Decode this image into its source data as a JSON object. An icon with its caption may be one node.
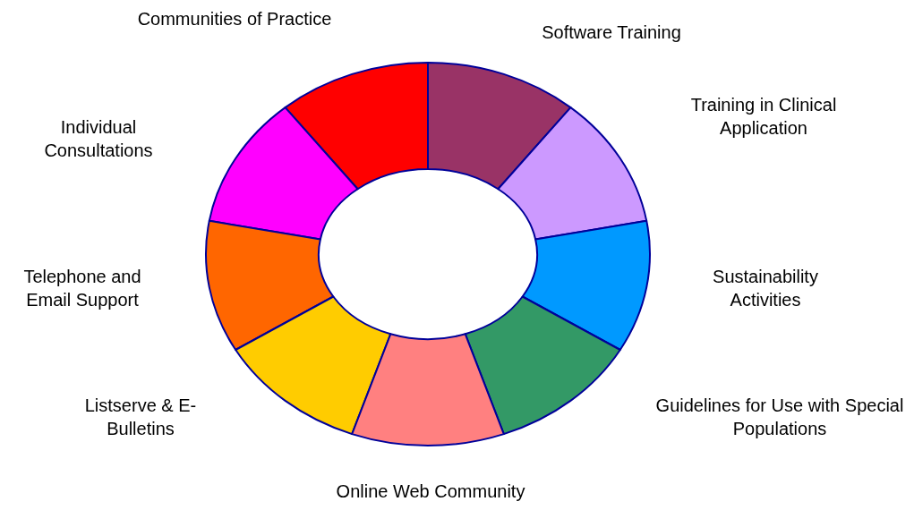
{
  "diagram": {
    "nodes": [
      {
        "text": [
          "Communities of Practice"
        ]
      },
      {
        "text": [
          "Software Training"
        ]
      },
      {
        "text": [
          "Training in Clinical Application"
        ]
      },
      {
        "text": [
          "Individual Consultations"
        ]
      },
      {
        "text": [
          "Telephone and Email Support"
        ]
      },
      {
        "text": [
          "Sustainability Activities"
        ]
      },
      {
        "text": [
          "Listserve & E-Bulletins"
        ]
      },
      {
        "text": [
          "Guidelines for Use with Special Populations"
        ]
      },
      {
        "text": [
          "Online Web Community"
        ]
      }
    ]
  }
}
